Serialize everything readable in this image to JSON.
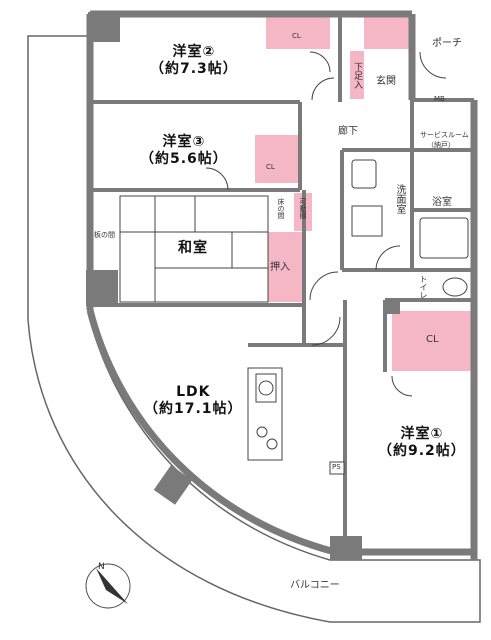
{
  "rooms": {
    "western2": {
      "name": "洋室②",
      "area": "（約7.3帖）"
    },
    "western3": {
      "name": "洋室③",
      "area": "（約5.6帖）"
    },
    "japanese": {
      "name": "和室"
    },
    "ldk": {
      "name": "LDK",
      "area": "（約17.1帖）"
    },
    "western1": {
      "name": "洋室①",
      "area": "（約9.2帖）"
    }
  },
  "labels": {
    "porch": "ポーチ",
    "entrance": "玄関",
    "shoe_box": "下足入",
    "mb": "MB",
    "hallway": "廊下",
    "service_room": "サービスルーム",
    "storage_closet": "（納戸）",
    "washroom": "洗面室",
    "bathroom": "浴室",
    "toilet": "トイレ",
    "closet_cl": "CL",
    "closet_cl_small": "CL",
    "closet_cl_big": "CL",
    "tokonoma": "床の間",
    "movable_shelf": "可動棚",
    "oshiire": "押入",
    "itanoma": "板の間",
    "ps": "PS",
    "balcony": "バルコニー",
    "north": "N"
  },
  "colors": {
    "wall": "#7a7a7a",
    "closet": "#f5b7c5",
    "line": "#555555"
  }
}
